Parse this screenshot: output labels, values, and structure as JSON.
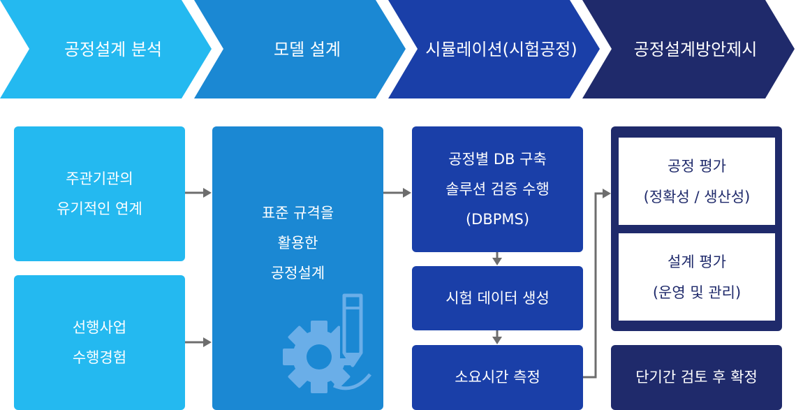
{
  "colors": {
    "step1": "#24b9f0",
    "step2": "#1b88d3",
    "step3": "#1a3fa8",
    "step4": "#1f2a6b",
    "arrow": "#6d6d6d"
  },
  "steps": [
    {
      "lines": [
        "공정설계 분석"
      ]
    },
    {
      "lines": [
        "모델 설계"
      ]
    },
    {
      "lines": [
        "시뮬레이션",
        "(시험공정)"
      ]
    },
    {
      "lines": [
        "공정설계방안",
        "제시"
      ]
    }
  ],
  "col1": {
    "box1": {
      "lines": [
        "주관기관의",
        "유기적인 연계"
      ]
    },
    "box2": {
      "lines": [
        "선행사업",
        "수행경험"
      ]
    }
  },
  "col2": {
    "box": {
      "lines": [
        "표준 규격을",
        "활용한",
        "공정설계"
      ]
    },
    "icon": "gear-pen-icon"
  },
  "col3": {
    "box1": {
      "lines": [
        "공정별 DB 구축",
        "솔루션 검증 수행",
        "(DBPMS)"
      ]
    },
    "box2": {
      "lines": [
        "시험 데이터 생성"
      ]
    },
    "box3": {
      "lines": [
        "소요시간 측정"
      ]
    }
  },
  "col4": {
    "eval1": {
      "lines": [
        "공정 평가",
        "(정확성 / 생산성)"
      ]
    },
    "eval2": {
      "lines": [
        "설계 평가",
        "(운영 및 관리)"
      ]
    },
    "box2": {
      "lines": [
        "단기간 검토 후 확정"
      ]
    }
  }
}
